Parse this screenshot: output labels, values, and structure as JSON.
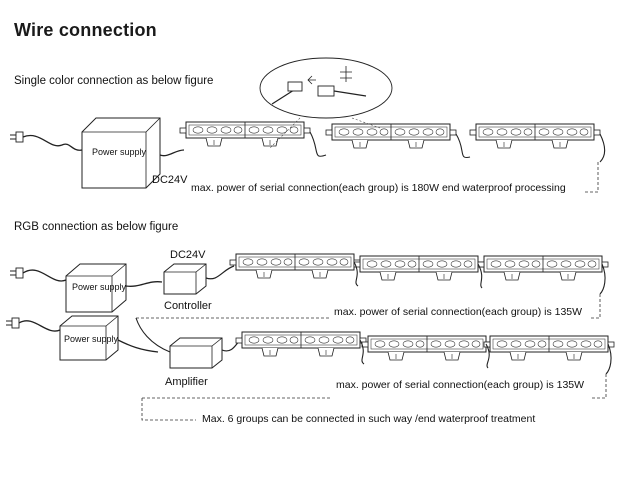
{
  "title": "Wire connection",
  "single": {
    "heading": "Single color connection as below figure",
    "power_supply_label": "Power supply",
    "voltage": "DC24V",
    "note": "max. power of serial connection(each group) is 180W end waterproof processing"
  },
  "rgb": {
    "heading": "RGB connection as below figure",
    "power_supply_label_1": "Power supply",
    "power_supply_label_2": "Power supply",
    "voltage": "DC24V",
    "controller_label": "Controller",
    "amplifier_label": "Amplifier",
    "note_row1": "max. power of serial connection(each group) is 135W",
    "note_row2": "max. power of serial connection(each group) is 135W",
    "bottom_note": "Max. 6 groups can be connected in such way /end waterproof treatment"
  }
}
